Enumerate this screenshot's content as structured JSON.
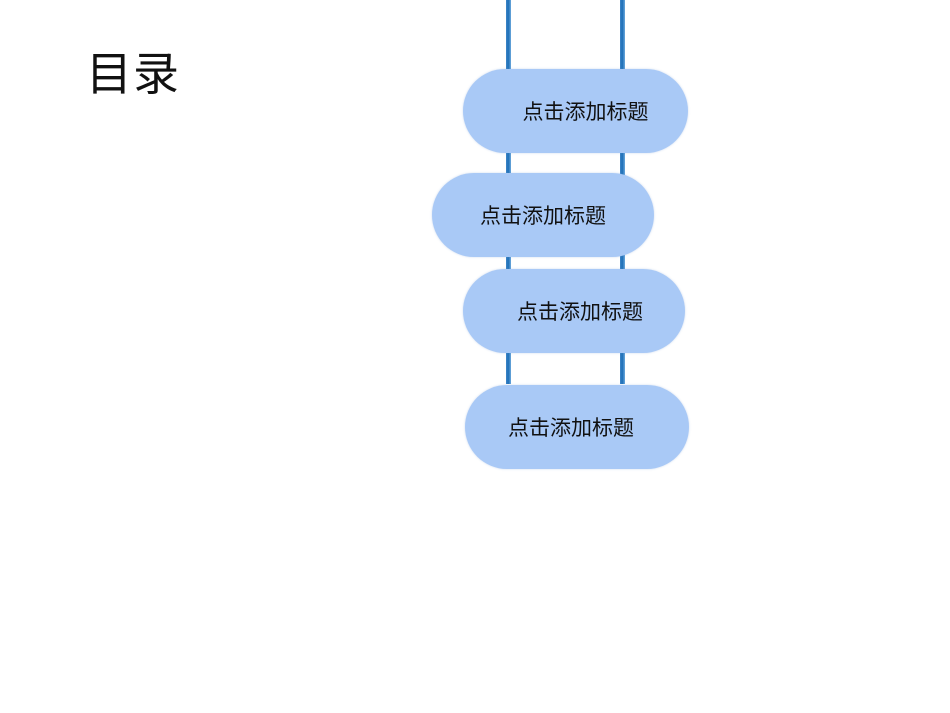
{
  "slide": {
    "title": "目录"
  },
  "toc": {
    "items": [
      {
        "label": "点击添加标题"
      },
      {
        "label": "点击添加标题"
      },
      {
        "label": "点击添加标题"
      },
      {
        "label": "点击添加标题"
      }
    ]
  },
  "colors": {
    "pill_fill": "#a9c9f6",
    "rail": "#1d6fb6",
    "background": "#ffffff"
  }
}
